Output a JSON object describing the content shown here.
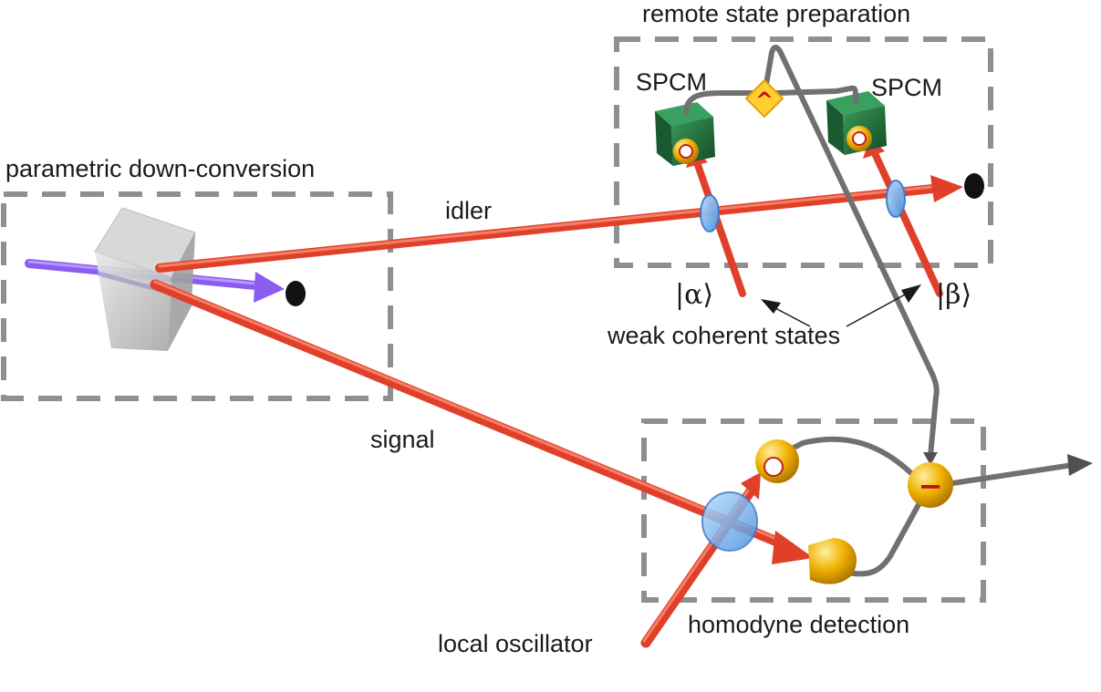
{
  "regions": {
    "pdc": "parametric down-conversion",
    "rsp": "remote state preparation",
    "homodyne": "homodyne detection"
  },
  "beams": {
    "idler": "idler",
    "signal": "signal",
    "local_oscillator": "local oscillator"
  },
  "detectors": {
    "spcm_left": "SPCM",
    "spcm_right": "SPCM"
  },
  "states": {
    "alpha": "|α⟩",
    "beta": "|β⟩",
    "caption": "weak coherent states"
  },
  "logic": {
    "and_symbol": "^",
    "minus_symbol": "−"
  },
  "colors": {
    "laser_red": "#e0402a",
    "pump_violet": "#8a5cf0",
    "gray_line": "#707070",
    "spcm_green": "#1f6b3a",
    "detector_gold": "#e8a000",
    "beam_splitter": "#78b8f2",
    "dashed_box": "#8f8f8f"
  }
}
